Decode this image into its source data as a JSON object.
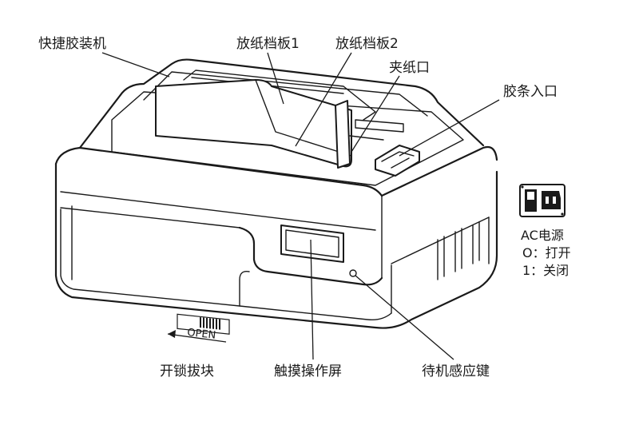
{
  "labels": {
    "machine": "快捷胶装机",
    "baffle1": "放纸档板1",
    "baffle2": "放纸档板2",
    "clamp": "夹纸口",
    "glue_inlet": "胶条入口",
    "power": "AC电源",
    "power_on": "O：打开",
    "power_off": "1：关闭",
    "unlock_slider": "开锁拔块",
    "touchscreen": "触摸操作屏",
    "standby_key": "待机感应键",
    "open_tag": "OPEN"
  }
}
